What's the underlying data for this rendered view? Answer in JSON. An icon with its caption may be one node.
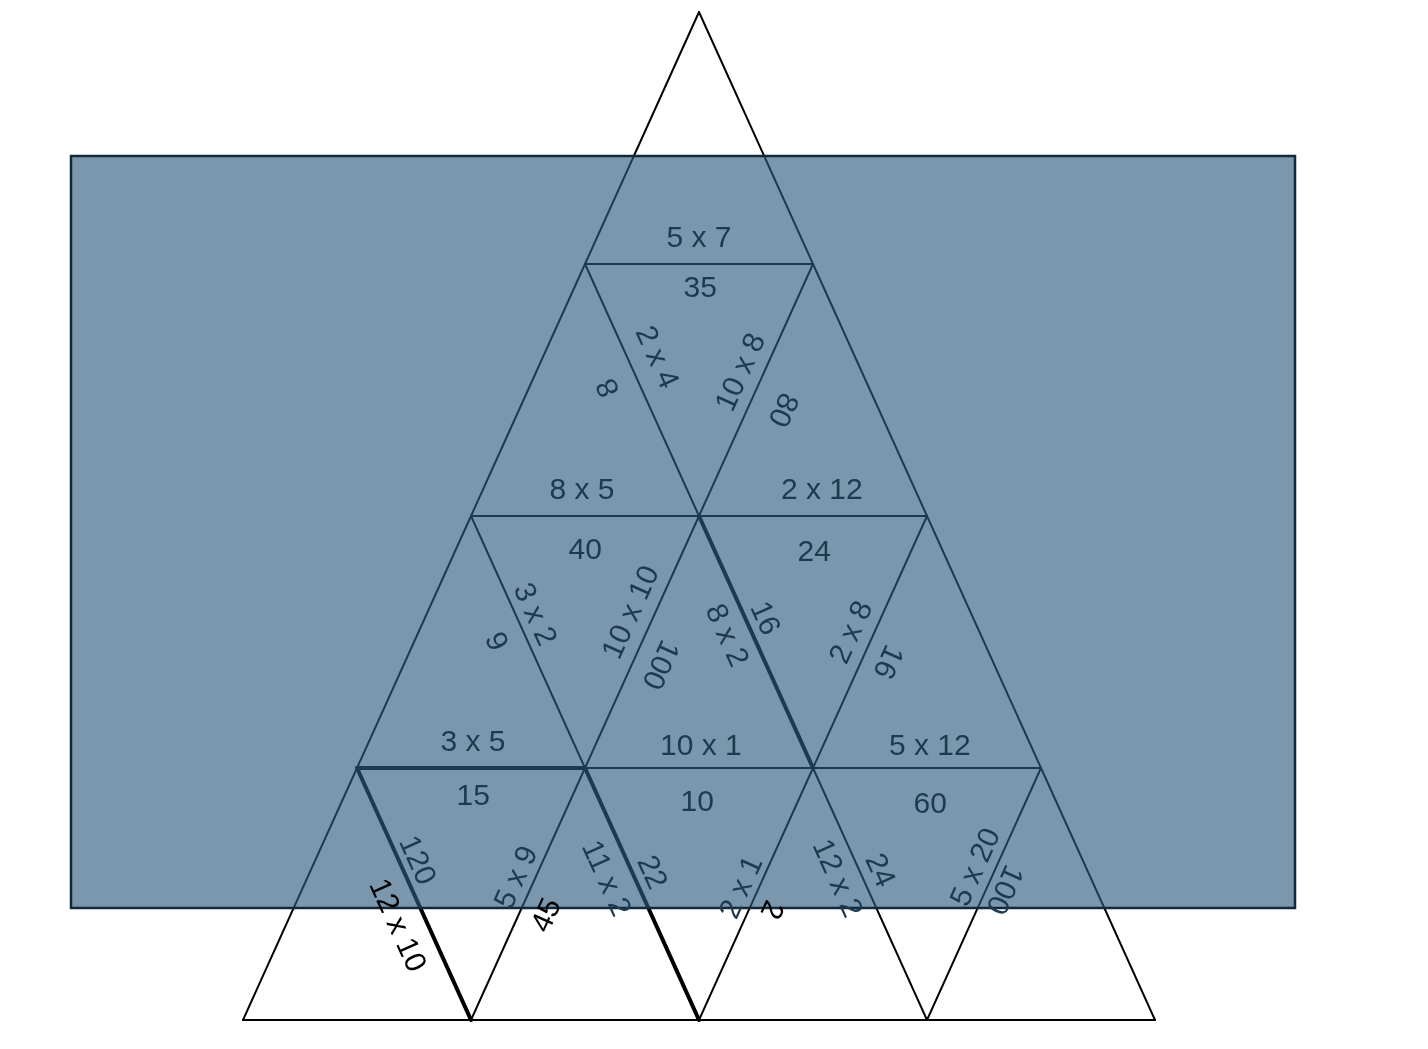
{
  "diagram": {
    "labels": [
      "5 x 7",
      "35",
      "2 x 4",
      "10 x 8",
      "8",
      "80",
      "8 x 5",
      "2 x 12",
      "40",
      "24",
      "3 x 2",
      "10 x 10",
      "8 x 2",
      "16",
      "2 x 8",
      "6",
      "100",
      "16",
      "3 x 5",
      "10 x 1",
      "5 x 12",
      "15",
      "10",
      "60",
      "120",
      "5 x 9",
      "11 x 2",
      "22",
      "2 x 1",
      "12 x 2",
      "24",
      "5 x 20",
      "12 x 10",
      "45",
      "2",
      "100"
    ]
  }
}
